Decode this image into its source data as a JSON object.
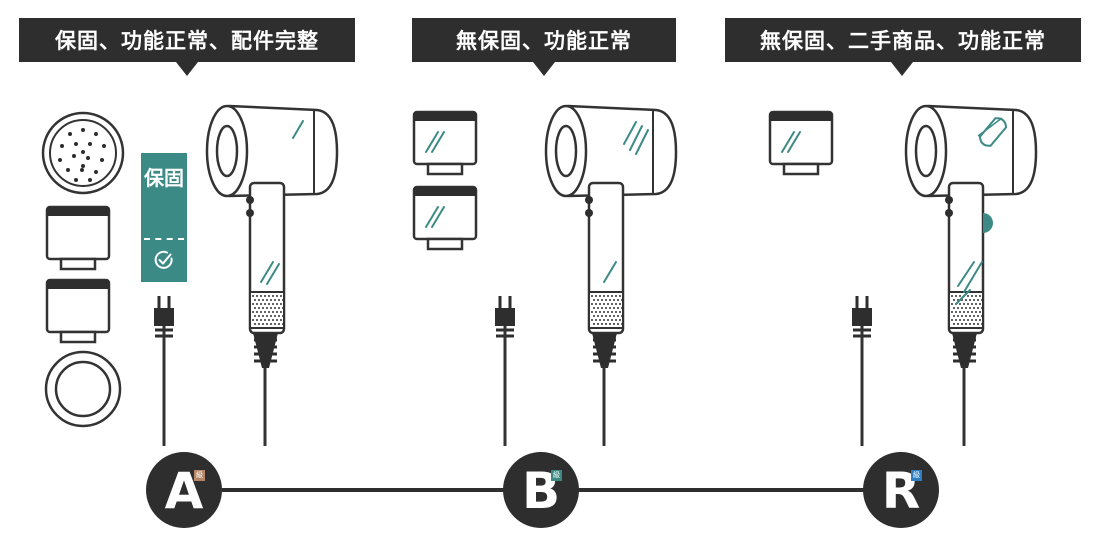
{
  "tiers": [
    {
      "label": "保固、功能正常、配件完整",
      "grade_letter": "A",
      "grade_tag": "級",
      "grade_color": "#b7866a",
      "warranty_text": "保固",
      "warranty_icon": "check-circle-icon",
      "accessories": [
        "diffuser-icon",
        "smoothing-nozzle-icon",
        "concentrator-nozzle-icon",
        "ring-attachment-icon"
      ],
      "condition": "new"
    },
    {
      "label": "無保固、功能正常",
      "grade_letter": "B",
      "grade_tag": "級",
      "grade_color": "#3b8a86",
      "accessories": [
        "smoothing-nozzle-icon",
        "concentrator-nozzle-icon"
      ],
      "condition": "used"
    },
    {
      "label": "無保固、二手商品、功能正常",
      "grade_letter": "R",
      "grade_tag": "級",
      "grade_color": "#2f7fc4",
      "accessories": [
        "smoothing-nozzle-icon"
      ],
      "condition": "worn"
    }
  ],
  "colors": {
    "dark": "#2e2e2e",
    "teal": "#3b8a86",
    "line": "#333333"
  }
}
